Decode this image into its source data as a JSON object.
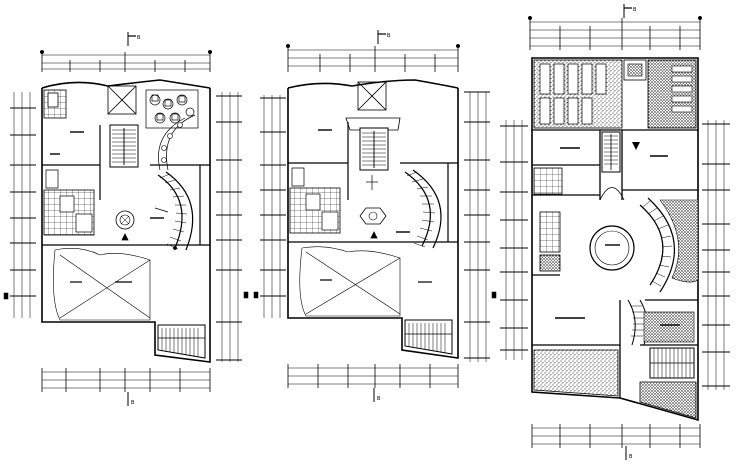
{
  "canvas": {
    "background": "#ffffff",
    "ink": "#000000"
  },
  "drawing": {
    "type": "architectural floor plans",
    "plans": [
      {
        "id": "plan-1",
        "section_mark": "B"
      },
      {
        "id": "plan-2",
        "section_mark": "B"
      },
      {
        "id": "plan-3",
        "section_mark": "B"
      }
    ],
    "hatch_patterns": [
      "stipple",
      "grid",
      "diagonal"
    ],
    "icons": [
      "section-mark-icon",
      "stair-icon",
      "furniture-icon",
      "round-table-icon"
    ]
  }
}
